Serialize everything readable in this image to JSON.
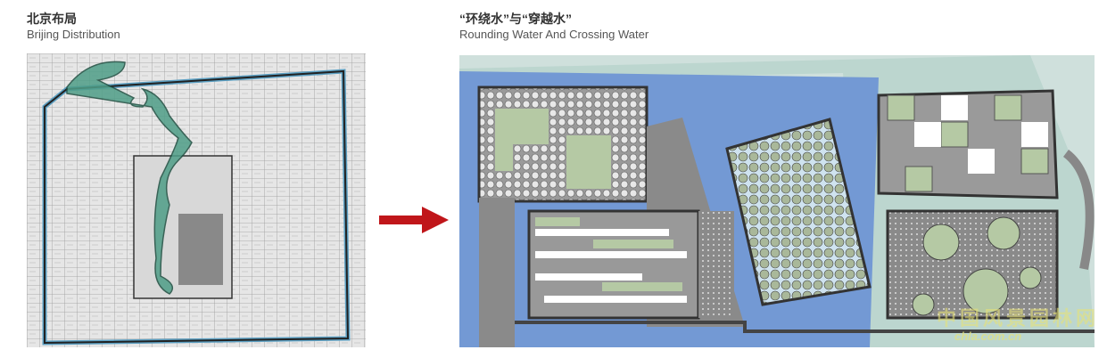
{
  "left": {
    "title_zh": "北京布局",
    "title_en": "Brijing Distribution"
  },
  "right": {
    "title_zh": "“环绕水”与“穿越水”",
    "title_en": "Rounding Water And Crossing Water"
  },
  "watermark": {
    "line1": "中国风景园林网",
    "line2": "chla.com.cn"
  },
  "colors": {
    "water": "#7399d4",
    "green": "#4f9e88",
    "plot": "#8a8a8a",
    "lawn": "#b5c9a4",
    "arrow": "#c0161a"
  }
}
